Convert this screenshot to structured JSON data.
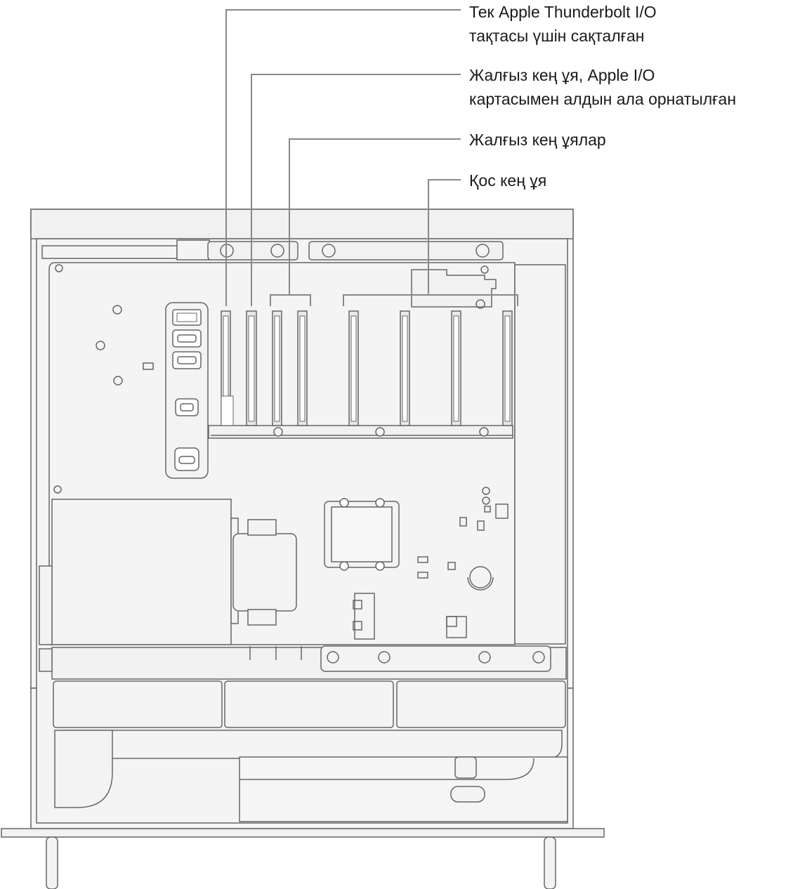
{
  "callouts": [
    {
      "id": "thunderbolt",
      "lines": [
        "Тек Apple Thunderbolt I/O",
        "тақтасы үшін сақталған"
      ]
    },
    {
      "id": "single-wide-io",
      "lines": [
        "Жалғыз кең ұя, Apple I/O",
        "картасымен алдын ала орнатылған"
      ]
    },
    {
      "id": "single-wide",
      "lines": [
        "Жалғыз кең ұялар"
      ]
    },
    {
      "id": "double-wide",
      "lines": [
        "Қос кең ұя"
      ]
    }
  ]
}
